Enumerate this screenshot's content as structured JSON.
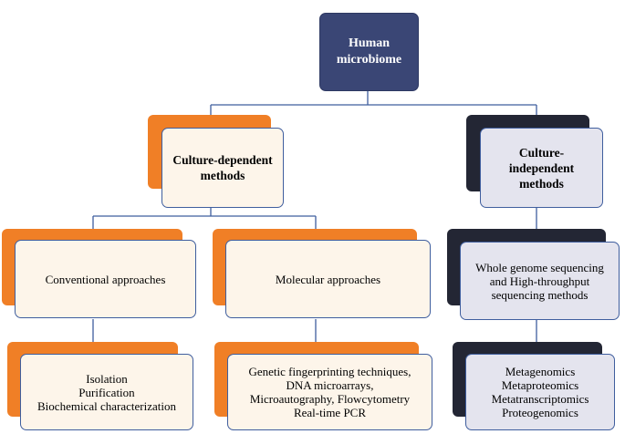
{
  "colors": {
    "root_fill": "#3a4675",
    "accent_orange": "#f07f26",
    "accent_dark": "#232634",
    "connector": "#3f5e9e",
    "cream_fill": "#fdf5ea",
    "grey_fill": "#e4e4ee"
  },
  "nodes": {
    "root": {
      "text": "Human\nmicrobiome"
    },
    "culture_dependent": {
      "text": "Culture-dependent\nmethods"
    },
    "culture_independent": {
      "text": "Culture-\nindependent\nmethods"
    },
    "conventional": {
      "text": "Conventional approaches"
    },
    "molecular": {
      "text": "Molecular approaches"
    },
    "sequencing": {
      "text": "Whole genome sequencing\nand High-throughput\nsequencing methods"
    },
    "conventional_detail": {
      "text": "Isolation\nPurification\nBiochemical characterization"
    },
    "molecular_detail": {
      "text": "Genetic fingerprinting techniques,\nDNA microarrays,\nMicroautography, Flowcytometry\nReal-time PCR"
    },
    "omics": {
      "text": "Metagenomics\nMetaproteomics\nMetatranscriptomics\nProteogenomics"
    }
  }
}
